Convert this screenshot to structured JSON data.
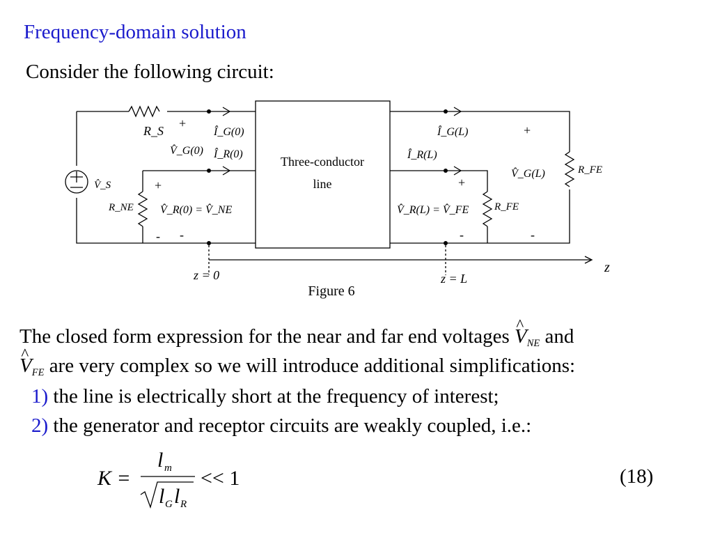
{
  "slide": {
    "title": "Frequency-domain solution",
    "intro": "Consider the following circuit:"
  },
  "figure": {
    "box_label_line1": "Three-conductor",
    "box_label_line2": "line",
    "caption": "Figure 6",
    "axis_label": "z",
    "z0_label": "z = 0",
    "zL_label": "z = L",
    "labels": {
      "RS": "R_S",
      "VS": "V̂_S",
      "RNE": "R_NE",
      "RFE_top": "R_FE",
      "RFE_bottom": "R_FE",
      "IG0": "Î_G(0)",
      "IR0": "Î_R(0)",
      "IGL": "Î_G(L)",
      "IRL": "Î_R(L)",
      "VG0": "V̂_G(0)",
      "VGL": "V̂_G(L)",
      "VR0": "V̂_R(0) = V̂_NE",
      "VRL": "V̂_R(L) = V̂_FE",
      "plus": "+",
      "minus": "-"
    }
  },
  "body": {
    "line1_a": "The closed form expression for the near and far end voltages ",
    "line1_b": " and",
    "sym_ne": "V",
    "sym_ne_sub": "NE",
    "sym_fe": "V",
    "sym_fe_sub": "FE",
    "line2": " are very complex so we will introduce additional simplifications:",
    "item1_num": "1)",
    "item1_text": " the line is electrically short at the frequency of interest;",
    "item2_num": "2)",
    "item2_text": " the generator and receptor circuits are weakly coupled, i.e.:"
  },
  "equation": {
    "lhs": "K =",
    "num": "l",
    "num_sub": "m",
    "den_a": "l",
    "den_a_sub": "G",
    "den_b": "l",
    "den_b_sub": "R",
    "rhs": "<< 1",
    "number": "(18)"
  }
}
